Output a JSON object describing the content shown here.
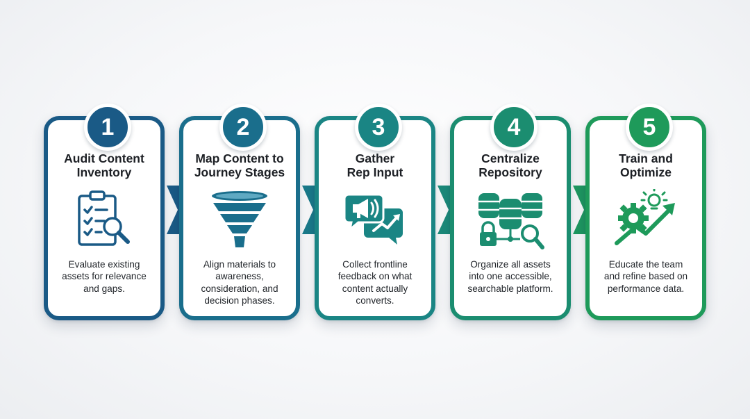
{
  "steps": [
    {
      "number": "1",
      "title": "Audit Content\nInventory",
      "description": "Evaluate existing\nassets for relevance\nand gaps.",
      "color": "#1a5a86",
      "icon": "clipboard-checklist-magnifier-icon"
    },
    {
      "number": "2",
      "title": "Map Content to\nJourney Stages",
      "description": "Align materials to\nawareness,\nconsideration, and\ndecision phases.",
      "color": "#1a6e8c",
      "icon": "funnel-icon"
    },
    {
      "number": "3",
      "title": "Gather\nRep Input",
      "description": "Collect frontline\nfeedback on what\ncontent actually\nconverts.",
      "color": "#1a8584",
      "icon": "megaphone-chat-bubbles-icon"
    },
    {
      "number": "4",
      "title": "Centralize\nRepository",
      "description": "Organize all assets\ninto one accessible,\nsearchable platform.",
      "color": "#1b8d70",
      "icon": "database-lock-search-icon"
    },
    {
      "number": "5",
      "title": "Train and\nOptimize",
      "description": "Educate the team\nand refine based on\nperformance data.",
      "color": "#1e9a5a",
      "icon": "gear-lightbulb-growth-arrow-icon"
    }
  ]
}
